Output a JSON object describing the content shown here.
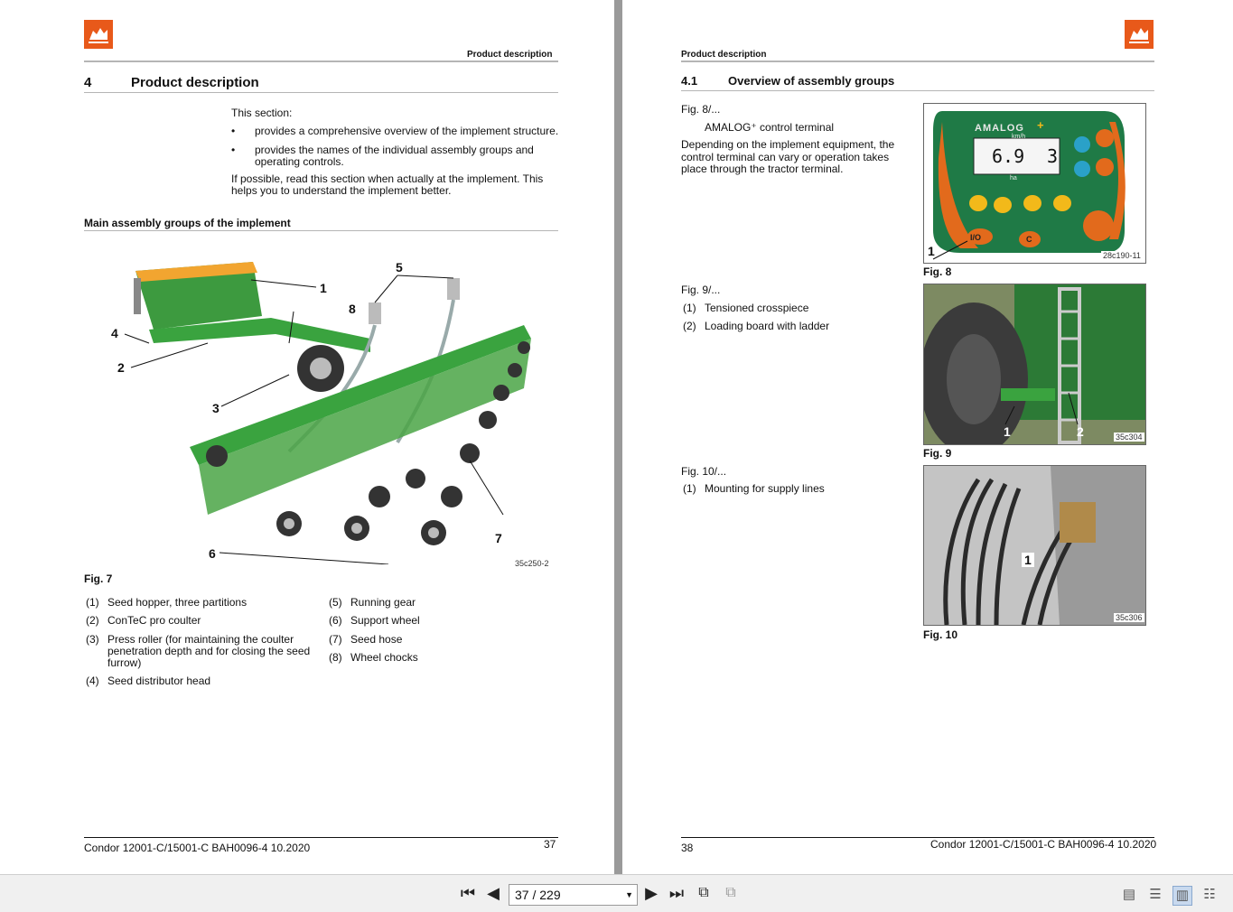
{
  "left_page": {
    "header": {
      "section": "Product description"
    },
    "chapter": {
      "number": "4",
      "title": "Product description"
    },
    "intro": "This section:",
    "bullets": [
      "provides a comprehensive overview of the implement structure.",
      "provides the names of the individual assembly groups and operating controls."
    ],
    "note": "If possible, read this section when actually at the implement. This helps you to understand the implement better.",
    "subheading": "Main assembly groups of the implement",
    "figure": {
      "callouts": [
        "1",
        "2",
        "3",
        "4",
        "5",
        "6",
        "7",
        "8"
      ],
      "code": "35c250-2",
      "label": "Fig. 7"
    },
    "legend_left": [
      {
        "num": "(1)",
        "text": "Seed hopper, three partitions"
      },
      {
        "num": "(2)",
        "text": "ConTeC pro coulter"
      },
      {
        "num": "(3)",
        "text": "Press roller (for maintaining the coulter penetration depth and for closing the seed furrow)"
      },
      {
        "num": "(4)",
        "text": "Seed distributor head"
      }
    ],
    "legend_right": [
      {
        "num": "(5)",
        "text": "Running gear"
      },
      {
        "num": "(6)",
        "text": "Support wheel"
      },
      {
        "num": "(7)",
        "text": "Seed hose"
      },
      {
        "num": "(8)",
        "text": "Wheel chocks"
      }
    ],
    "footer": {
      "doc": "Condor 12001-C/15001-C  BAH0096-4  10.2020",
      "page": "37"
    }
  },
  "right_page": {
    "header": {
      "section": "Product description"
    },
    "section": {
      "number": "4.1",
      "title": "Overview of assembly groups"
    },
    "fig8": {
      "ref": "Fig. 8/...",
      "item": "AMALOG⁺ control terminal",
      "desc": "Depending on the implement equipment, the control terminal can vary or operation takes place through the tractor terminal.",
      "brand": "AMALOG",
      "unit": "km/h",
      "reading": "6.9",
      "reading2": "3",
      "ha": "ha",
      "btn_io": "I/O",
      "btn_c": "C",
      "callout": "1",
      "code": "28c190-11",
      "label": "Fig. 8"
    },
    "fig9": {
      "ref": "Fig. 9/...",
      "items": [
        {
          "num": "(1)",
          "text": "Tensioned crosspiece"
        },
        {
          "num": "(2)",
          "text": "Loading board with ladder"
        }
      ],
      "callouts": [
        "1",
        "2"
      ],
      "code": "35c304",
      "label": "Fig. 9"
    },
    "fig10": {
      "ref": "Fig. 10/...",
      "items": [
        {
          "num": "(1)",
          "text": "Mounting for supply lines"
        }
      ],
      "callout": "1",
      "code": "35c306",
      "label": "Fig. 10"
    },
    "footer": {
      "doc": "Condor 12001-C/15001-C  BAH0096-4  10.2020",
      "page": "38"
    }
  },
  "toolbar": {
    "first_icon": "first-page-icon",
    "prev_icon": "previous-page-icon",
    "page_value": "37 / 229",
    "next_icon": "next-page-icon",
    "last_icon": "last-page-icon",
    "back_icon": "navigate-back-icon",
    "forward_icon": "navigate-forward-icon",
    "view_icons": [
      "single-page-view-icon",
      "continuous-view-icon",
      "two-page-view-icon",
      "two-page-continuous-view-icon"
    ]
  },
  "colors": {
    "brand_orange": "#e8591a",
    "green": "#2e8b3a",
    "rule": "#b5b5b5"
  }
}
